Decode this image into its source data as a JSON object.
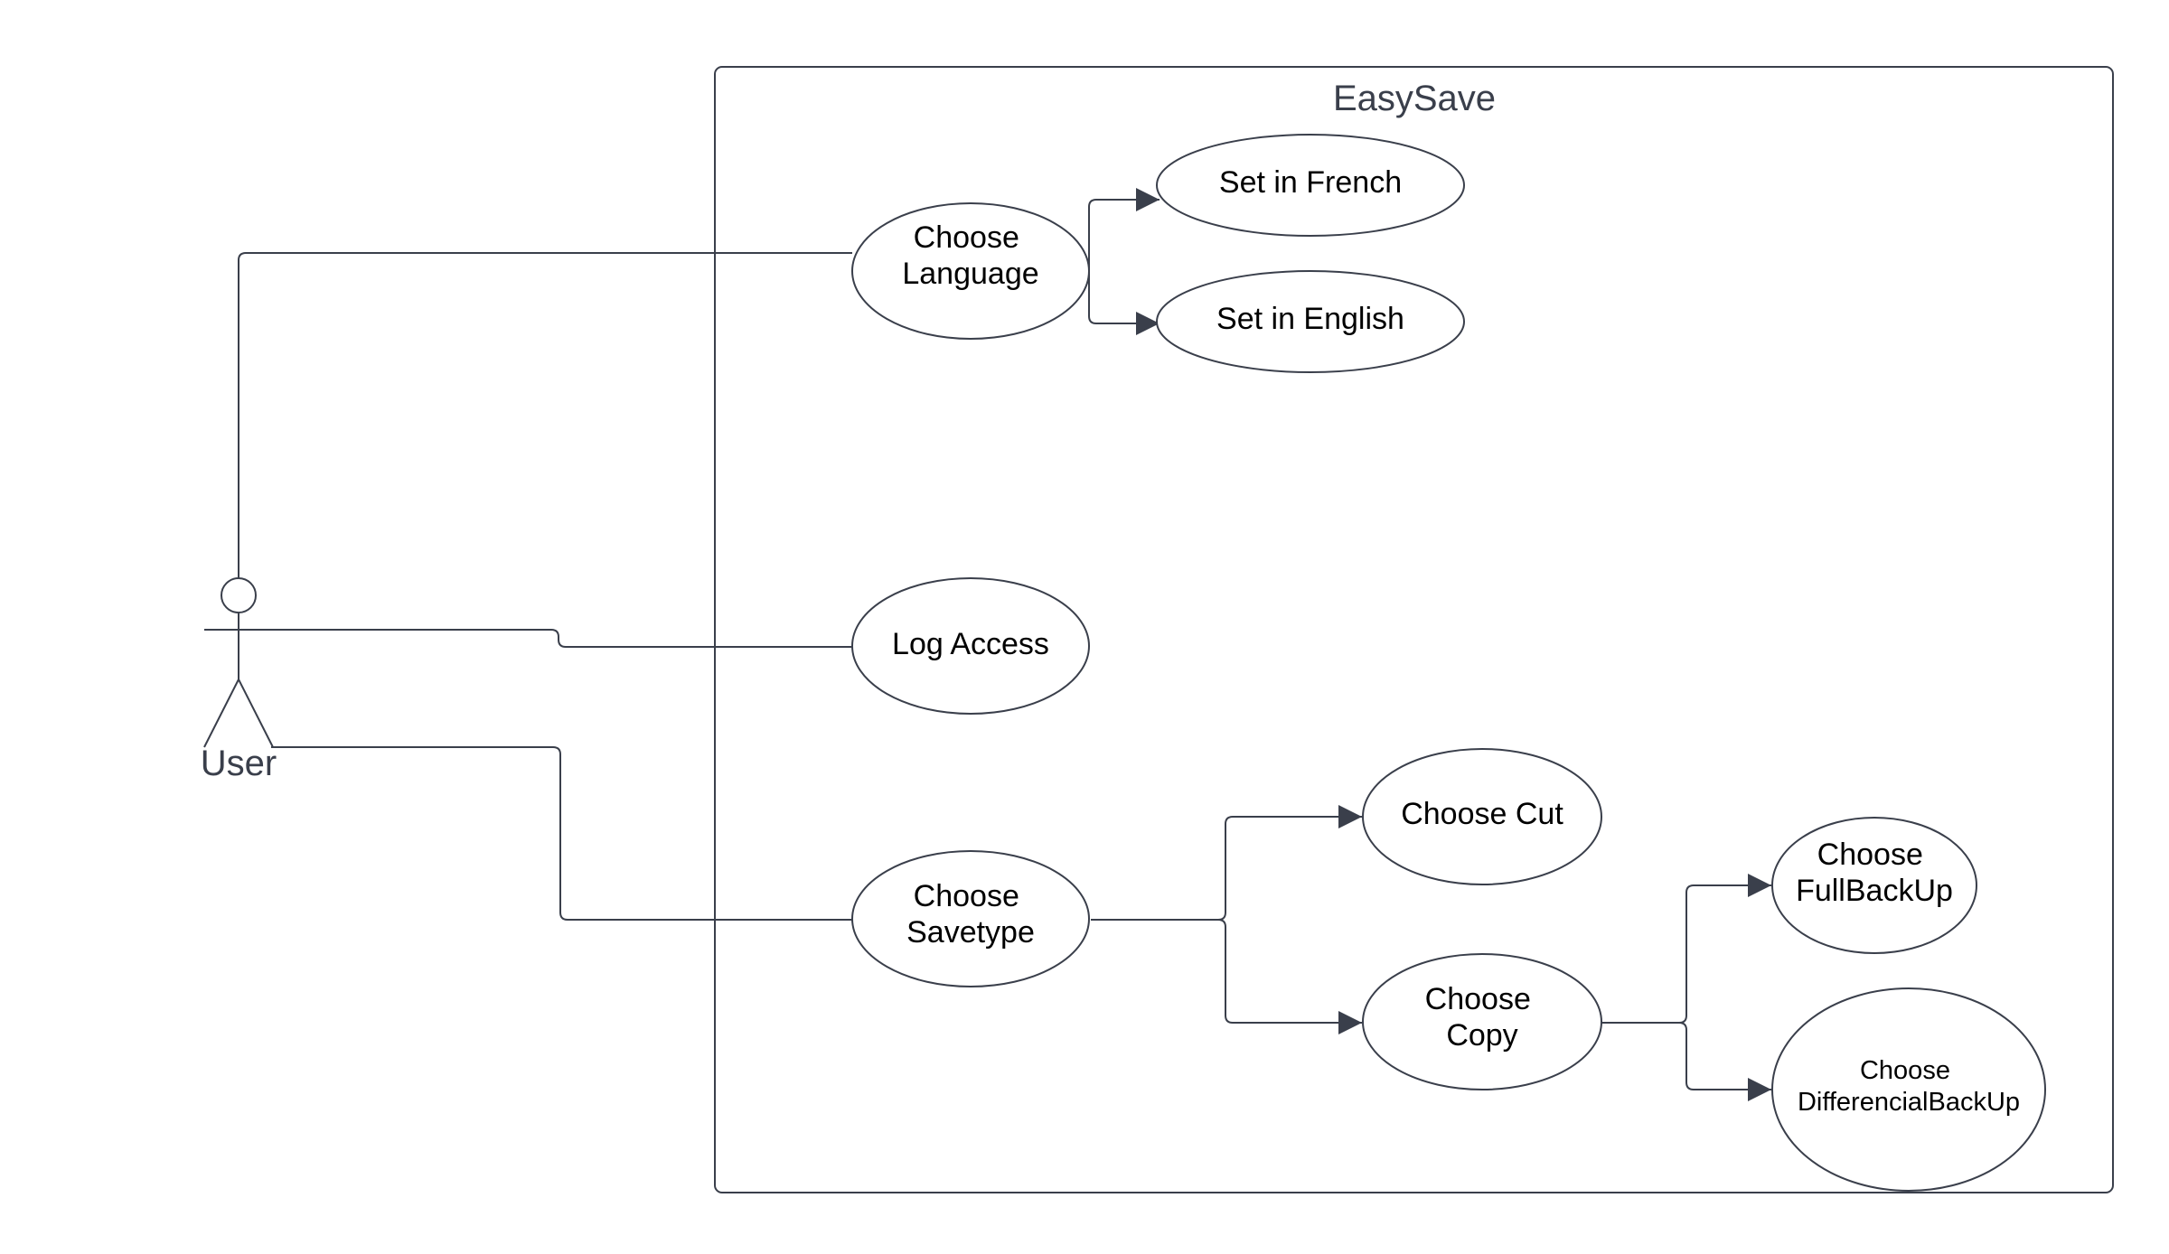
{
  "system": {
    "title": "EasySave"
  },
  "actor": {
    "name": "User"
  },
  "use_cases": {
    "choose_language": [
      "Choose",
      "Language"
    ],
    "set_french": [
      "Set in French"
    ],
    "set_english": [
      "Set in English"
    ],
    "log_access": [
      "Log Access"
    ],
    "choose_savetype": [
      "Choose",
      "Savetype"
    ],
    "choose_cut": [
      "Choose Cut"
    ],
    "choose_copy": [
      "Choose",
      "Copy"
    ],
    "choose_full": [
      "Choose",
      "FullBackUp"
    ],
    "choose_diff": [
      "Choose",
      "DifferencialBackUp"
    ]
  },
  "colors": {
    "line": "#3a3f4b",
    "text": "#000000",
    "background": "#ffffff"
  }
}
